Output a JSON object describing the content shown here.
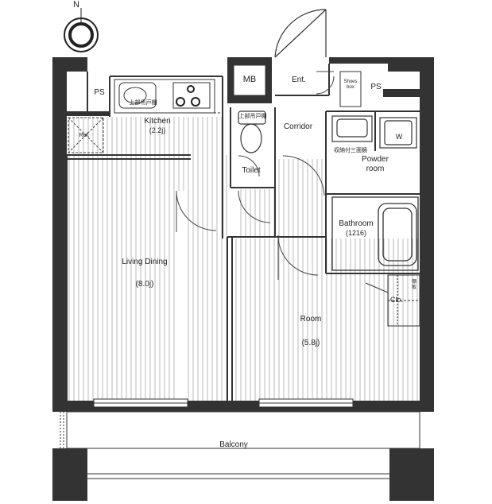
{
  "compass": {
    "north_label": "N"
  },
  "rooms": {
    "mb": "MB",
    "ent": "Ent.",
    "shoes_box": "Shoes box",
    "ps_left": "PS",
    "ps_right": "PS",
    "kitchen": "Kitchen",
    "kitchen_size": "(2.2j)",
    "upper_cabinet_kitchen": "上部吊戸棚",
    "upper_cabinet_toilet": "上部吊戸棚",
    "ref": "Ref.",
    "corridor": "Corridor",
    "toilet": "Toilet",
    "storage_mirror": "収納付三面鏡",
    "washer": "W",
    "powder_room": "Powder room",
    "bathroom": "Bathroom",
    "bathroom_size": "(1216)",
    "living_dining": "Living Dining",
    "living_dining_size": "(8.0j)",
    "room": "Room",
    "room_size": "(5.8j)",
    "clo": "Clo.",
    "shelf_text": "棚板",
    "balcony": "Balcony"
  }
}
